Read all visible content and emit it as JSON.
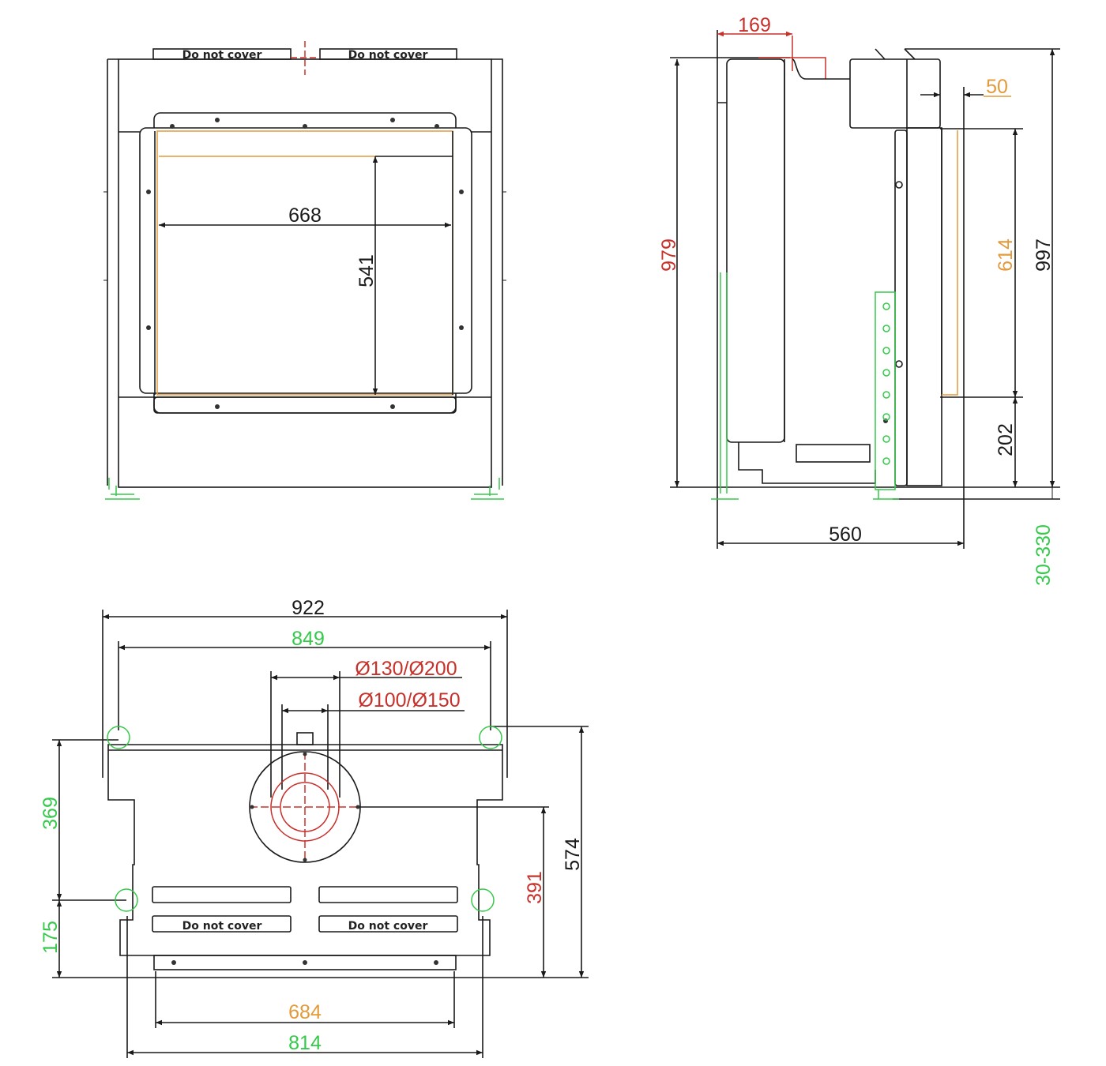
{
  "labels": {
    "front_tab_left": "Do not cover",
    "front_tab_right": "Do not cover",
    "plan_tab_left": "Do not cover",
    "plan_tab_right": "Do not cover"
  },
  "dimensions": {
    "front_width": "668",
    "front_height": "541",
    "side_flue_offset": "169",
    "side_door_offset": "50",
    "side_height_red": "979",
    "side_glass_height": "614",
    "side_total_height": "997",
    "side_base_height": "202",
    "side_depth": "560",
    "side_leg_range": "30-330",
    "plan_outer_width": "922",
    "plan_leg_width": "849",
    "plan_flue_large": "Ø130/Ø200",
    "plan_flue_small": "Ø100/Ø150",
    "plan_depth_rear": "369",
    "plan_depth_front": "175",
    "plan_total_depth": "574",
    "plan_flue_center": "391",
    "plan_glass_width": "684",
    "plan_front_width": "814"
  },
  "colors": {
    "black": "#1a1a1a",
    "red": "#c8302a",
    "orange": "#e39a3a",
    "green": "#35c94a"
  }
}
